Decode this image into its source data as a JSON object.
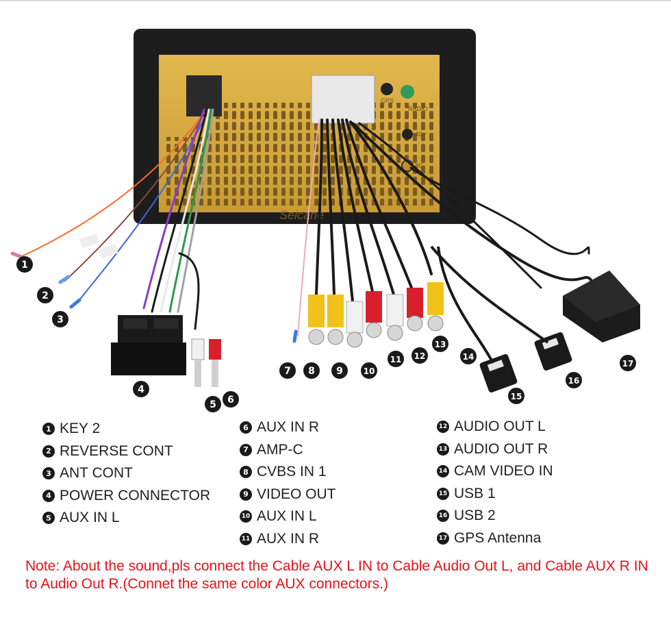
{
  "watermark": "Seicane",
  "unit_labels": {
    "gps": "GPS",
    "radio": "RADIO",
    "port_4g_1": "4G+",
    "port_4g_2": "4G-"
  },
  "callouts": [
    "1",
    "2",
    "3",
    "4",
    "5",
    "6",
    "7",
    "8",
    "9",
    "10",
    "11",
    "12",
    "13",
    "14",
    "15",
    "16",
    "17"
  ],
  "legend": {
    "col1": [
      {
        "num": "1",
        "label": "KEY 2"
      },
      {
        "num": "2",
        "label": "REVERSE CONT"
      },
      {
        "num": "3",
        "label": "ANT CONT"
      },
      {
        "num": "4",
        "label": "POWER CONNECTOR"
      },
      {
        "num": "5",
        "label": "AUX IN L"
      }
    ],
    "col2": [
      {
        "num": "6",
        "label": "AUX IN R"
      },
      {
        "num": "7",
        "label": "AMP-C"
      },
      {
        "num": "8",
        "label": "CVBS IN 1"
      },
      {
        "num": "9",
        "label": "VIDEO OUT"
      },
      {
        "num": "10",
        "label": "AUX IN L"
      },
      {
        "num": "11",
        "label": "AUX IN R"
      }
    ],
    "col3": [
      {
        "num": "12",
        "label": "AUDIO OUT L"
      },
      {
        "num": "13",
        "label": "AUDIO OUT R"
      },
      {
        "num": "14",
        "label": "CAM VIDEO IN"
      },
      {
        "num": "15",
        "label": "USB 1"
      },
      {
        "num": "16",
        "label": "USB 2"
      },
      {
        "num": "17",
        "label": "GPS Antenna"
      }
    ]
  },
  "note": "Note: About the sound,pls connect the Cable AUX L IN to Cable Audio Out L, and Cable AUX R IN to  Audio Out R.(Connet the same color AUX connectors.)",
  "colors": {
    "note": "#e8101c",
    "chassis": "#d4a83c",
    "frame": "#1d1d1d",
    "rca_yellow": "#f2c21a",
    "rca_red": "#d8202c",
    "rca_white": "#f0f0f0"
  }
}
